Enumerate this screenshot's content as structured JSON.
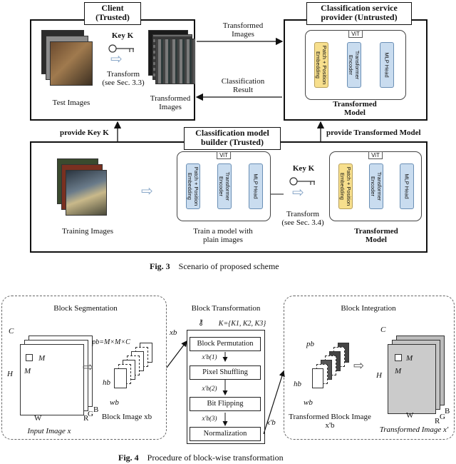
{
  "fig3": {
    "client_title": "Client\n(Trusted)",
    "csp_title": "Classification service\nprovider (Untrusted)",
    "builder_title": "Classification model\nbuilder (Trusted)",
    "key_label": "Key K",
    "transform_client": "Transform\n(see Sec. 3.3)",
    "transform_builder": "Transform\n(see Sec. 3.4)",
    "test_images": "Test Images",
    "transformed_images": "Transformed\nImages",
    "arrow_transformed_images": "Transformed\nImages",
    "arrow_classification_result": "Classification\nResult",
    "provide_key": "provide Key K",
    "provide_model": "provide Transformed Model",
    "training_images": "Training Images",
    "train_model": "Train a model with\nplain images",
    "transformed_model": "Transformed\nModel",
    "vit": "ViT",
    "patch_embedding": "Patch + Position\nEmbedding",
    "transformer_encoder": "Transformer\nEncoder",
    "mlp_head": "MLP Head",
    "caption_num": "Fig. 3",
    "caption_text": "Scenario of proposed scheme"
  },
  "fig4": {
    "seg_title": "Block Segmentation",
    "trans_title": "Block Transformation",
    "integ_title": "Block Integration",
    "key_formula": "K={K1, K2, K3}",
    "steps": [
      "Block Permutation",
      "Pixel Shuffling",
      "Bit Flipping",
      "Normalization"
    ],
    "mid_vars": [
      "x'b(1)",
      "x'b(2)",
      "x'b(3)"
    ],
    "pb_formula": "pb=M×M×C",
    "input_image": "Input Image x",
    "block_image": "Block Image xb",
    "transformed_block_image": "Transformed Block Image x'b",
    "transformed_image": "Transformed Image x'",
    "label_C": "C",
    "label_H": "H",
    "label_W": "W",
    "label_M": "M",
    "label_R": "R",
    "label_G": "G",
    "label_B": "B",
    "label_hb": "hb",
    "label_wb": "wb",
    "label_pb": "pb",
    "label_xb": "xb",
    "label_xpb": "x'b",
    "caption_num": "Fig. 4",
    "caption_text": "Procedure of block-wise transformation"
  }
}
